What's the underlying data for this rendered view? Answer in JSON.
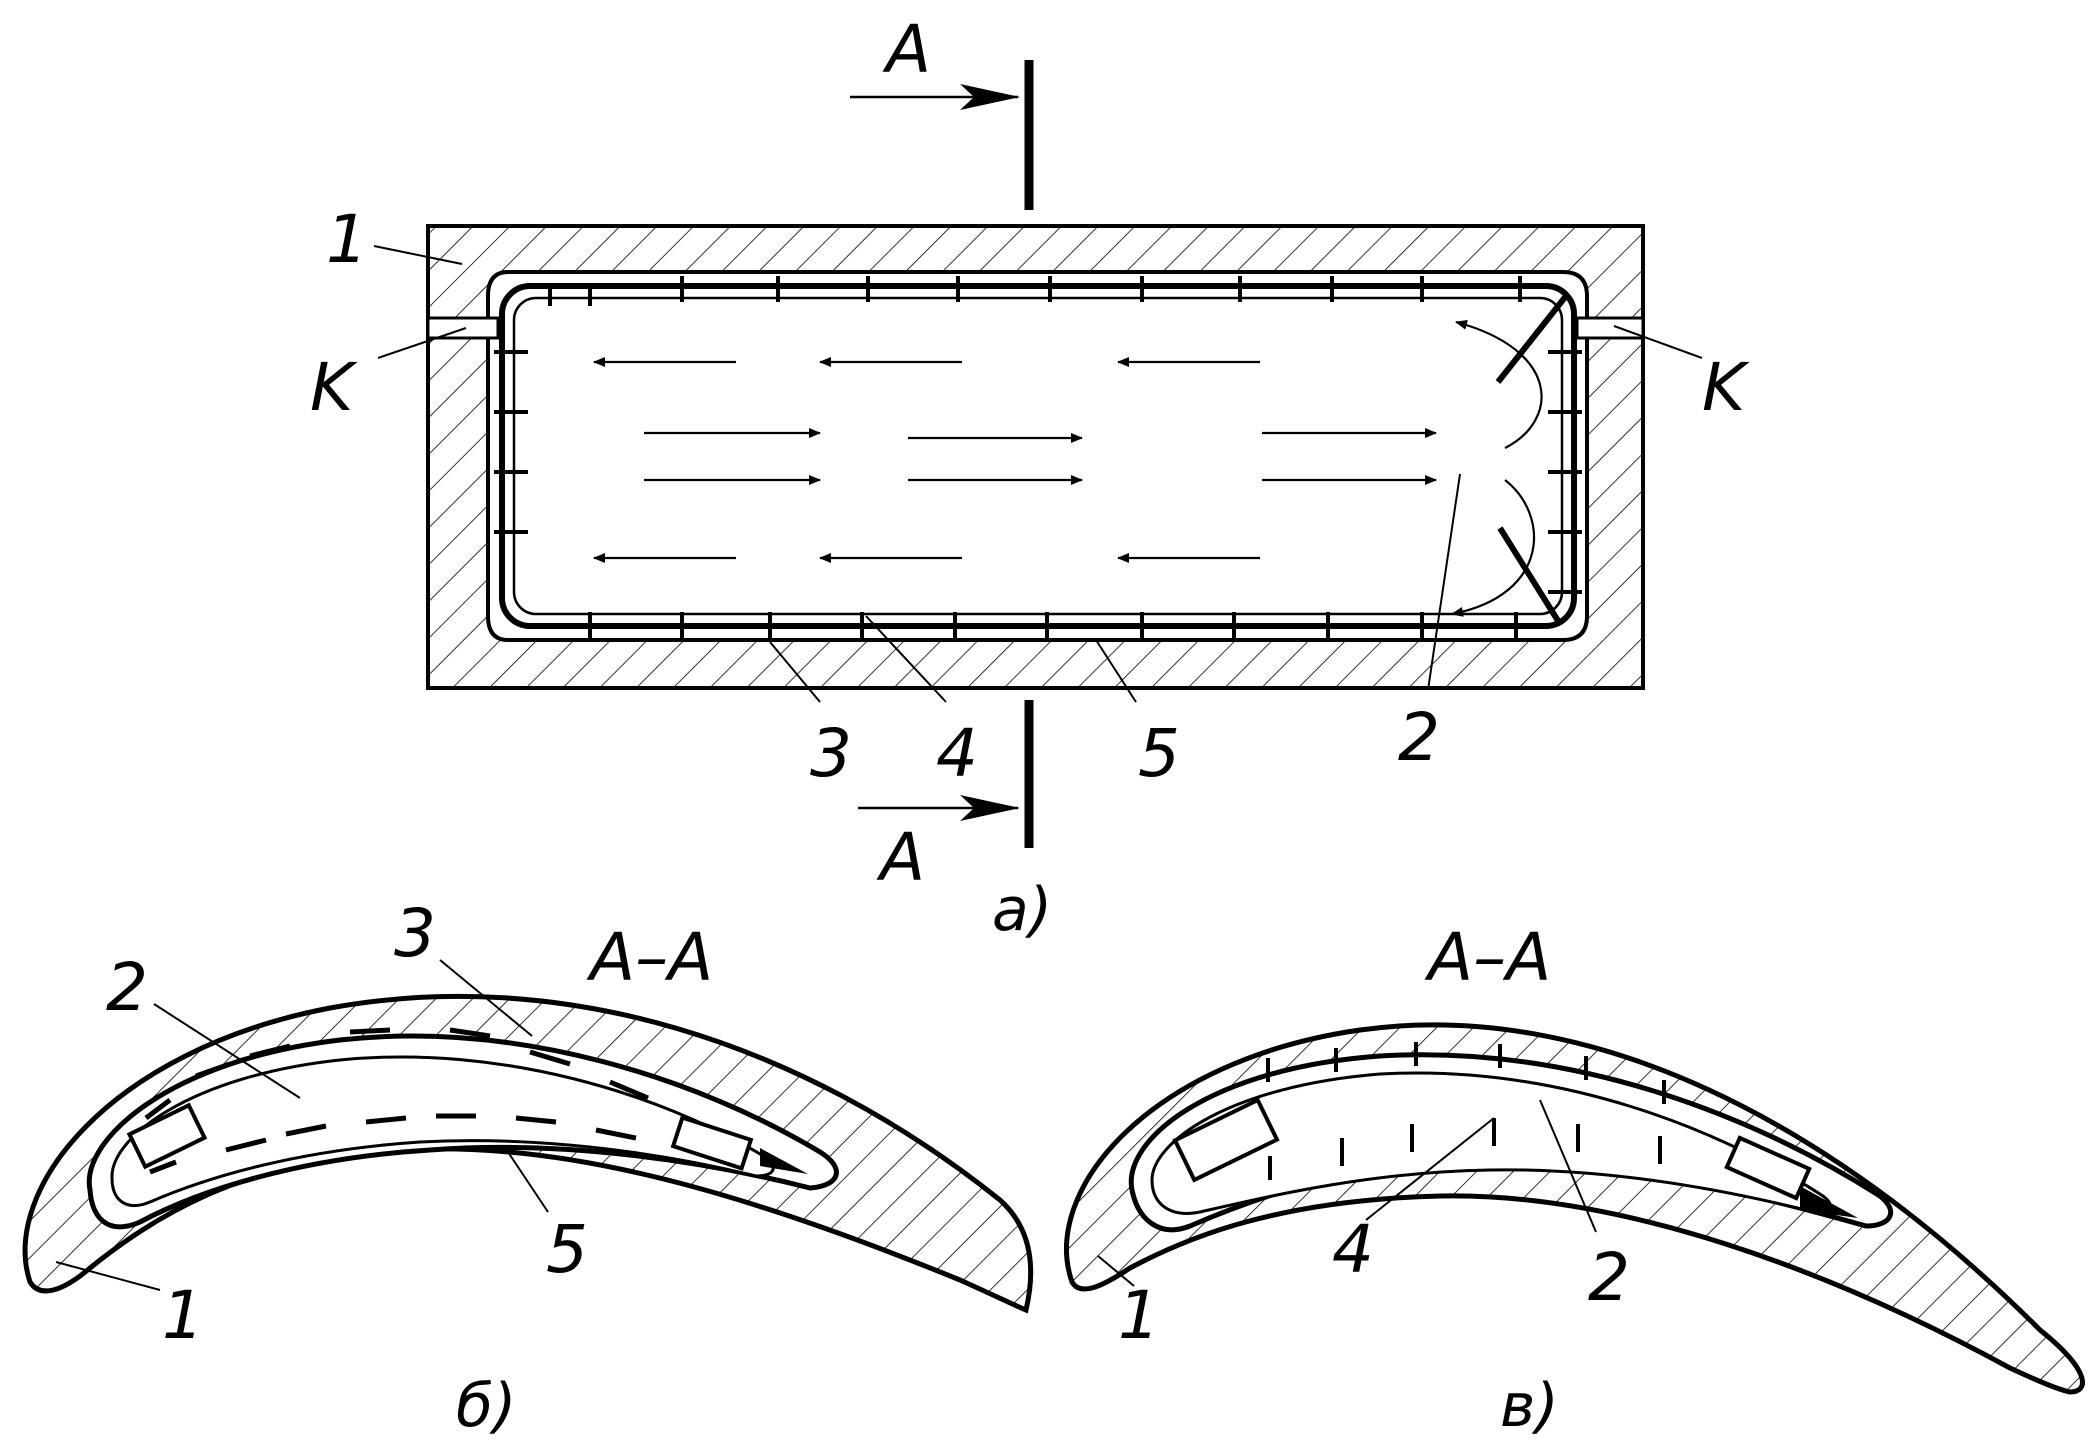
{
  "colors": {
    "ink": "#000000",
    "paper": "#ffffff"
  },
  "section_view": {
    "letter_top": "A",
    "letter_bottom": "A",
    "caption": "a)",
    "label_casing": "1",
    "label_channel_left": "K",
    "label_channel_right": "K",
    "label_insert": "2",
    "label_3": "3",
    "label_4": "4",
    "label_5": "5"
  },
  "view_b": {
    "title": "A–A",
    "caption": "б)",
    "label_1": "1",
    "label_2": "2",
    "label_3": "3",
    "label_5": "5"
  },
  "view_v": {
    "title": "A–A",
    "caption": "в)",
    "label_1": "1",
    "label_2": "2",
    "label_4": "4"
  }
}
